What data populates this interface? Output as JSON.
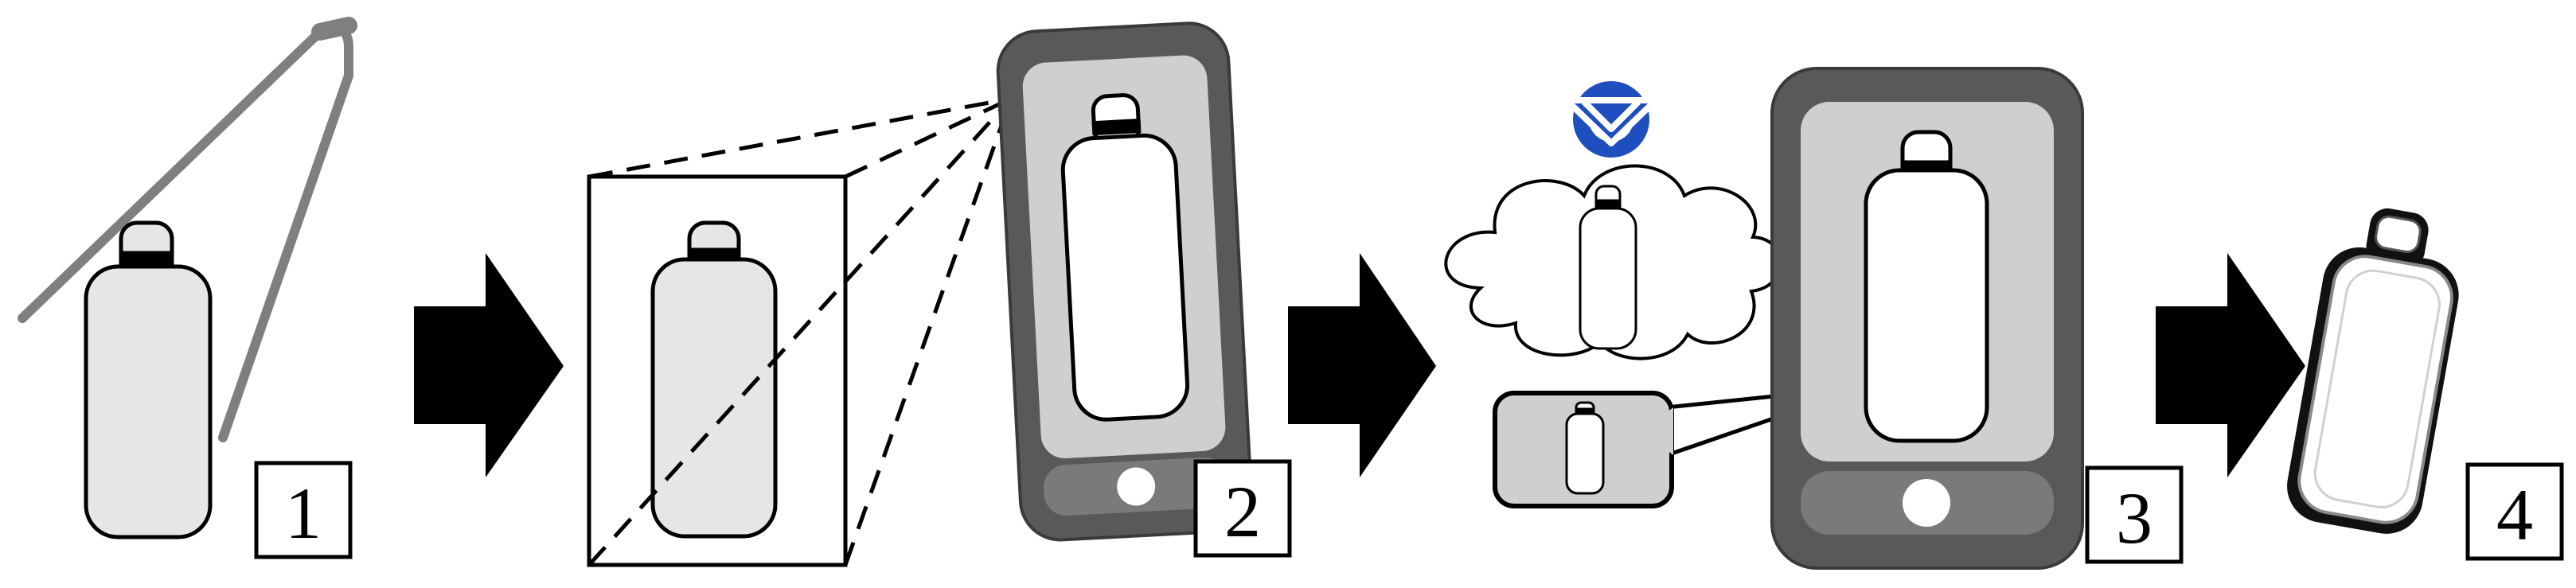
{
  "steps": [
    {
      "number": "1"
    },
    {
      "number": "2"
    },
    {
      "number": "3"
    },
    {
      "number": "4"
    }
  ],
  "icons": {
    "logo": "blue-emblem-icon",
    "arrow": "right-arrow-icon",
    "phone": "smartphone-icon",
    "cloud": "cloud-icon",
    "bottle": "bottle-icon",
    "tongs": "tongs-icon"
  },
  "colors": {
    "bottle_fill": "#e6e6e6",
    "phone_outer": "#595959",
    "phone_screen": "#cfcfcf",
    "phone_button_bar": "#7a7a7a",
    "logo_blue": "#1f4fbf",
    "stroke": "#000000"
  }
}
